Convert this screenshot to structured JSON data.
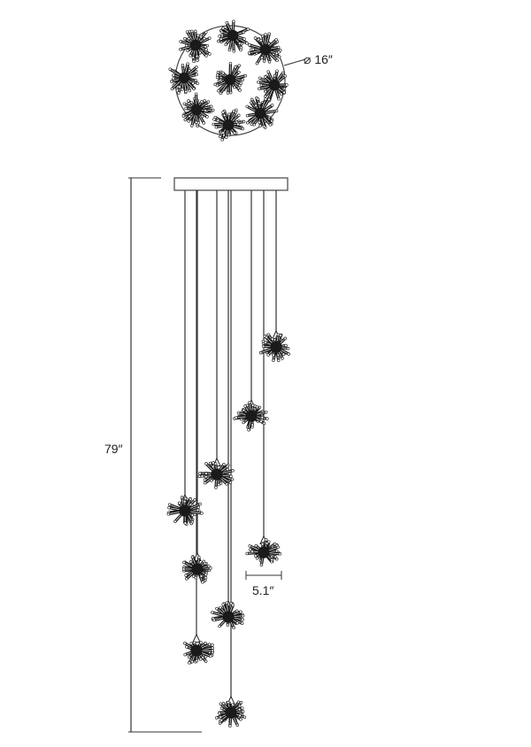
{
  "dimensions": {
    "diameter_label": "⌀ 16″",
    "height_label": "79″",
    "pendant_width_label": "5.1″"
  },
  "colors": {
    "line": "#333333",
    "flower": "#1a1a1a"
  }
}
